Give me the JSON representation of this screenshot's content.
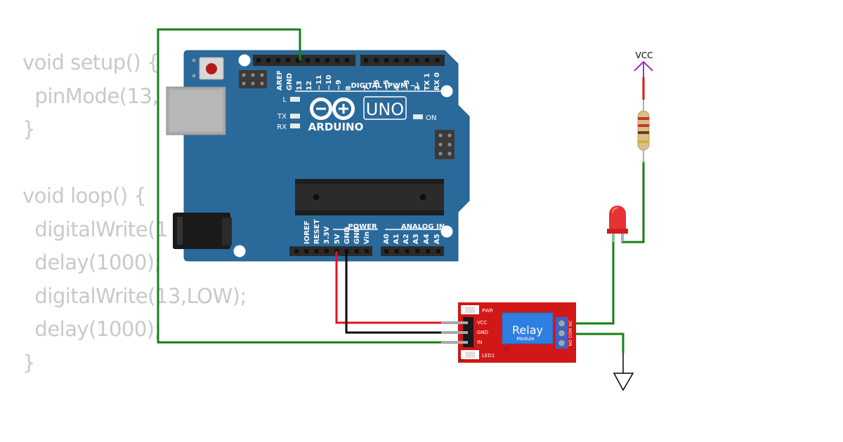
{
  "code": {
    "lines": [
      "void setup() {",
      "  pinMode(13,",
      "}",
      "",
      "void loop() {",
      "  digitalWrite(1",
      "  delay(1000);",
      "  digitalWrite(13,LOW);",
      "  delay(1000);",
      "}"
    ]
  },
  "arduino": {
    "digital_pins": [
      "AREF",
      "GND",
      "13",
      "12",
      "~11",
      "~10",
      "~9",
      "8",
      "7",
      "~6",
      "~5",
      "4",
      "~3",
      "2",
      "TX 1",
      "RX 0"
    ],
    "digital_label": "DIGITAL (PWM ~)",
    "led_l": "L",
    "led_tx": "TX",
    "led_rx": "RX",
    "brand": "ARDUINO",
    "model": "UNO",
    "on_label": "ON",
    "power_label": "POWER",
    "analog_label": "ANALOG IN",
    "power_pins": [
      "IOREF",
      "RESET",
      "3.3V",
      "5V",
      "GND",
      "GND",
      "Vin"
    ],
    "analog_pins": [
      "A0",
      "A1",
      "A2",
      "A3",
      "A4",
      "A5"
    ]
  },
  "relay": {
    "title": "Relay",
    "subtitle": "Module",
    "pins": [
      "VCC",
      "GND",
      "IN"
    ],
    "pwr_label": "PWR",
    "led1_label": "LED1",
    "terminals": [
      "NC",
      "COM",
      "NO"
    ]
  },
  "vcc_label": "VCC",
  "colors": {
    "board": "#2a6a9a",
    "relay_board": "#d21717",
    "relay_cube": "#2f7fe0",
    "wire_signal": "#148014",
    "wire_power": "#e0141c",
    "wire_ground": "#0a0a0a",
    "led_red": "#e63232",
    "vcc_arrow": "#9b2fc4"
  }
}
